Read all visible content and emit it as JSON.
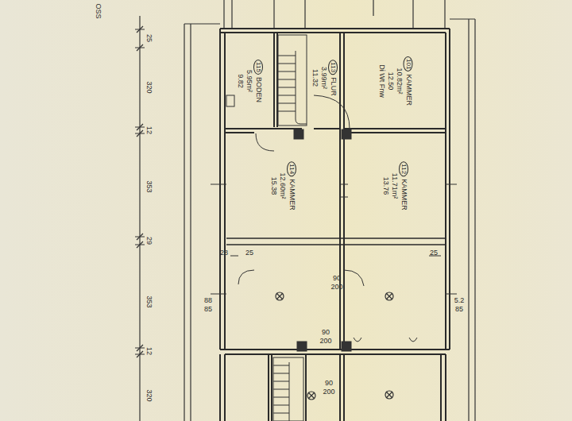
{
  "diagram": {
    "nodes": [
      {
        "text": [
          "115",
          "BODEN",
          "5.95m²",
          "9.82"
        ]
      },
      {
        "text": [
          "113",
          "FLUR",
          "3.99m²",
          "11.32"
        ]
      },
      {
        "text": [
          "101",
          "KAMMER",
          "10.82m²",
          "12.50",
          "Di Wt Fnw"
        ]
      },
      {
        "text": [
          "114",
          "KAMMER",
          "12.60m²",
          "15.38"
        ]
      },
      {
        "text": [
          "112",
          "KAMMER",
          "11.71m²",
          "13.76"
        ]
      }
    ],
    "labels": [
      "OSS",
      "25",
      "320",
      "12",
      "353",
      "29",
      "353",
      "12",
      "320",
      "90",
      "200",
      "88",
      "85",
      "5.2",
      "85",
      "25",
      "25",
      "28",
      "90",
      "200",
      "90",
      "200"
    ]
  }
}
